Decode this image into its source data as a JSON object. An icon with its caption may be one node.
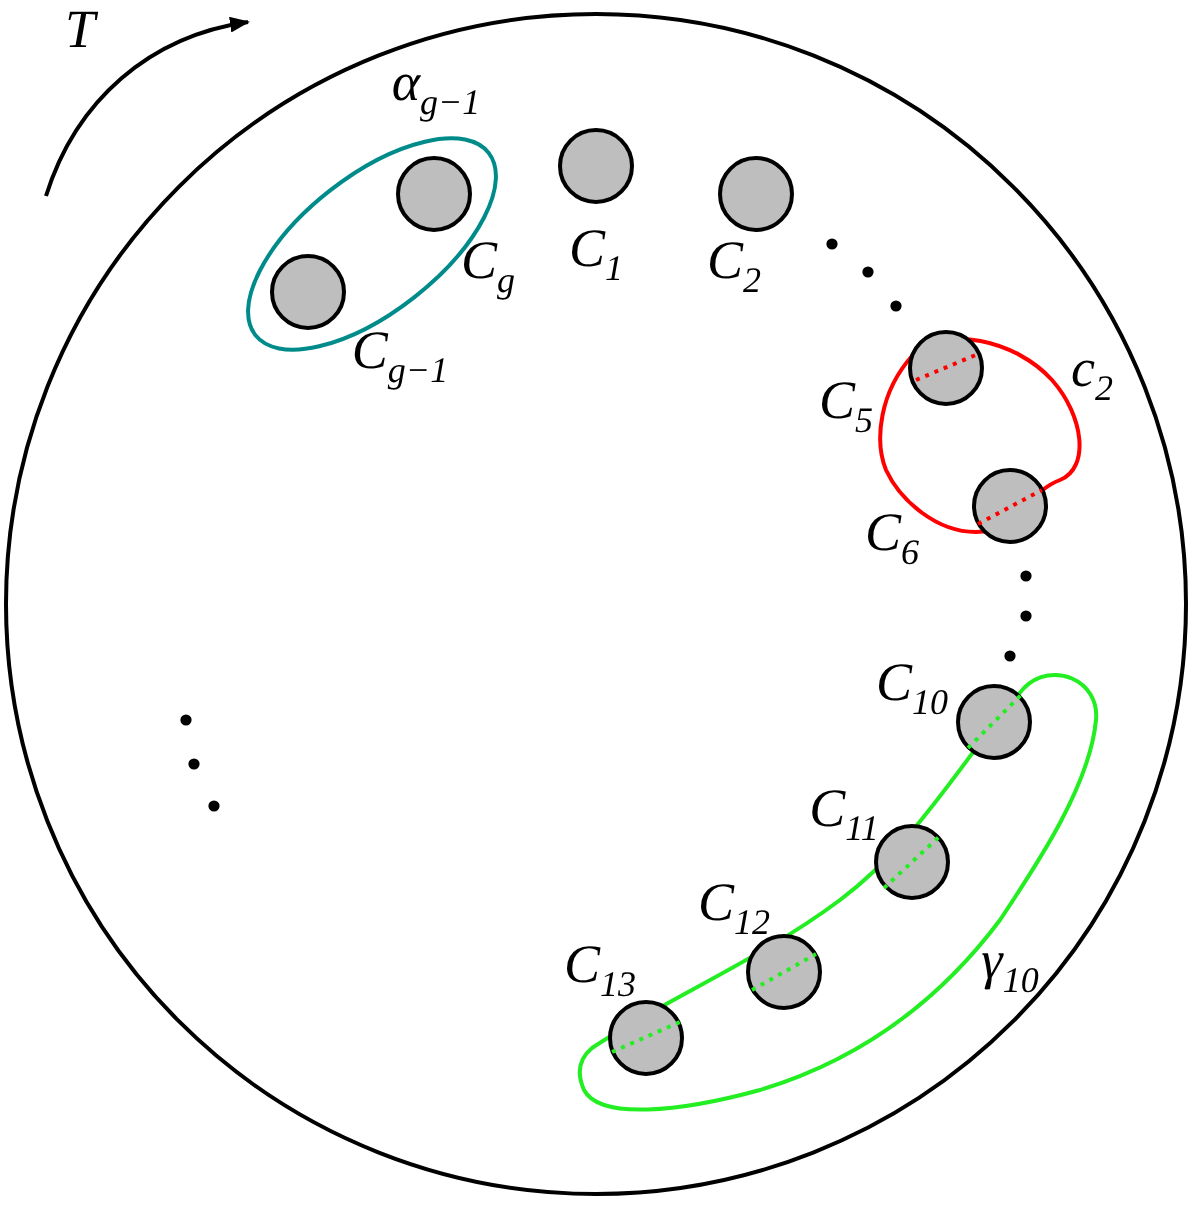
{
  "diagram": {
    "nodes": [
      {
        "text": [],
        "shape": "circle"
      },
      {
        "text": [],
        "shape": "circle",
        "in": 0,
        "beside": [
          "C$_{g−1}$"
        ]
      },
      {
        "text": [],
        "shape": "circle",
        "in": 0,
        "beside": [
          "C$_{g}$"
        ]
      },
      {
        "text": [],
        "shape": "circle",
        "in": 0,
        "beside": [
          "C$_{1}$"
        ]
      },
      {
        "text": [],
        "shape": "circle",
        "in": 0,
        "beside": [
          "C$_{2}$"
        ]
      },
      {
        "text": [],
        "shape": "circle",
        "in": 0,
        "beside": [
          "C$_{5}$"
        ]
      },
      {
        "text": [],
        "shape": "circle",
        "in": 0,
        "beside": [
          "C$_{6}$"
        ]
      },
      {
        "text": [],
        "shape": "circle",
        "in": 0,
        "beside": [
          "C$_{10}$"
        ]
      },
      {
        "text": [],
        "shape": "circle",
        "in": 0,
        "beside": [
          "C$_{11}$"
        ]
      },
      {
        "text": [],
        "shape": "circle",
        "in": 0,
        "beside": [
          "C$_{12}$"
        ]
      },
      {
        "text": [],
        "shape": "circle",
        "in": 0,
        "beside": [
          "C$_{13}$"
        ]
      }
    ],
    "labels": [
      "T",
      "α$_{g−1}$",
      "c$_{2}$",
      "γ$_{10}$"
    ]
  }
}
